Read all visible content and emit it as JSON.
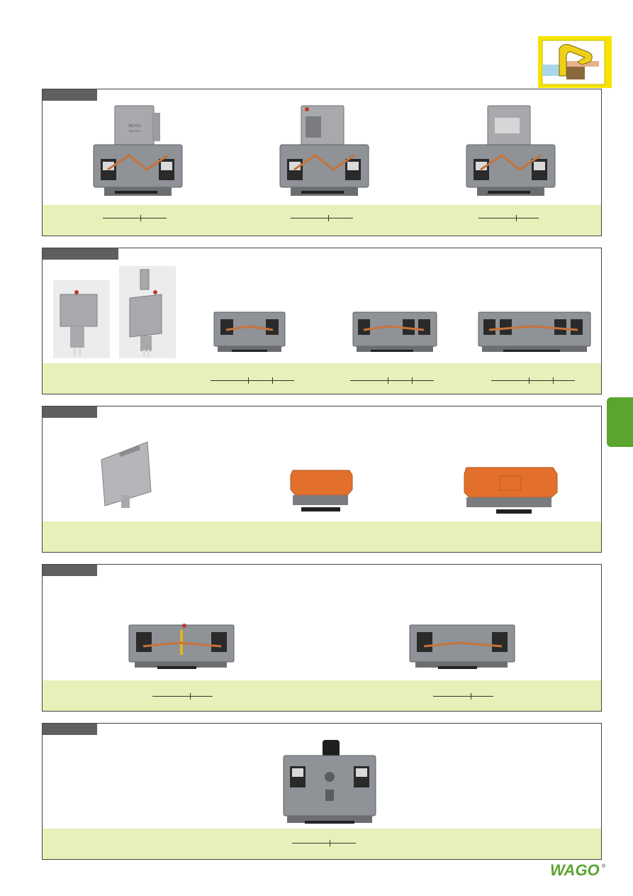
{
  "brand": {
    "logo_text": "WAGO",
    "trademark": "®"
  },
  "colors": {
    "panel_strip": "#e6f0b8",
    "section_tag": "#5f5f5f",
    "terminal_gray": "#8f9296",
    "cover_orange": "#e2702c",
    "side_tab_green": "#5aa52e",
    "icon_yellow": "#f6e400"
  },
  "fuse_holder": {
    "marking_line1": "281-611",
    "marking_line2": "250 V/2.5"
  },
  "icons": [
    "cage-clamp-connection-icon",
    "side-tab-marker-icon"
  ]
}
